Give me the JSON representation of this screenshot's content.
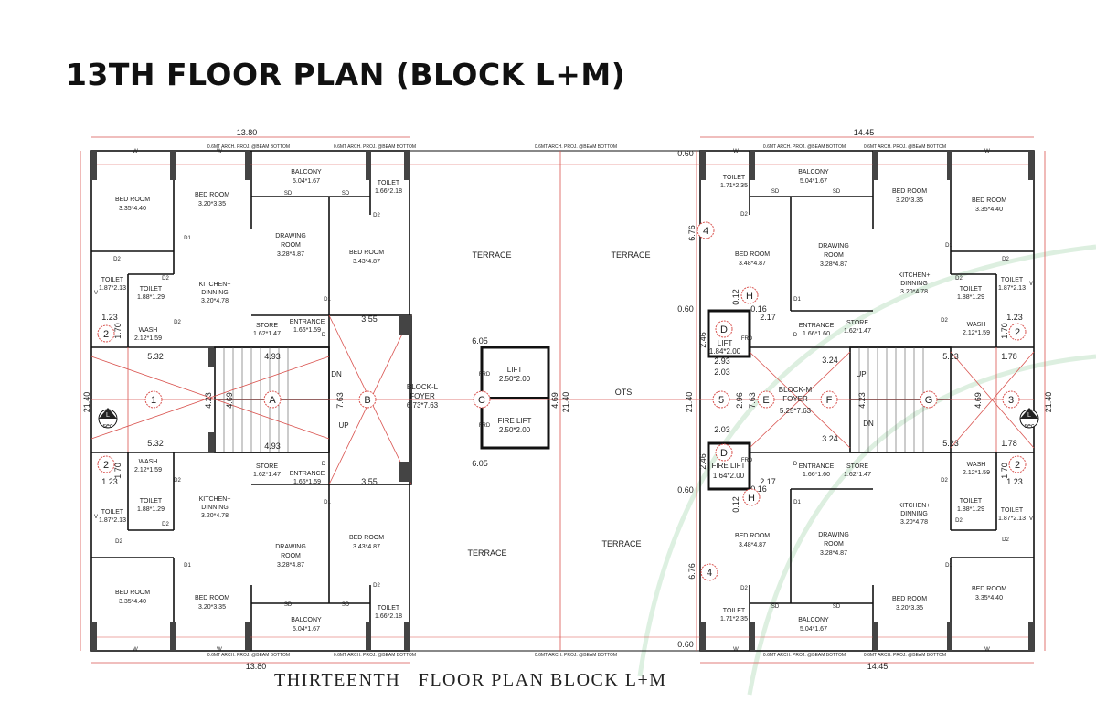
{
  "title": "13TH FLOOR PLAN (BLOCK L+M)",
  "caption": "THIRTEENTH   FLOOR PLAN BLOCK L+M",
  "colors": {
    "wall": "#111111",
    "dimension": "#d9534f",
    "text": "#222222",
    "accent": "#9b59b6"
  },
  "dimensions": {
    "left_width": "13.80",
    "right_width": "14.45",
    "left_height": "21.40",
    "mid_height_1": "21.40",
    "mid_height_2": "21.40",
    "right_height": "21.40",
    "d_323": "3.55",
    "d_532": "5.32",
    "d_493": "4.93",
    "d_605": "6.05",
    "d_423": "4.23",
    "d_469": "4.69",
    "d_763": "7.63",
    "d_203": "2.03",
    "d_296": "2.96",
    "d_324": "3.24",
    "d_523": "5.23",
    "d_178": "1.78",
    "d_123": "1.23",
    "d_170": "1.70",
    "d_060": "0.60",
    "d_217": "2.17",
    "d_016": "0.16",
    "d_012": "0.12",
    "d_246": "2.46",
    "d_293": "2.93",
    "d_676": "6.76"
  },
  "arch_note": "0.6MT ARCH. PROJ. @BEAM BOTTOM",
  "grid": [
    "1",
    "A",
    "B",
    "C",
    "D",
    "E",
    "F",
    "G",
    "3",
    "2",
    "4",
    "5",
    "H"
  ],
  "rooms_left": {
    "bed_room_1": {
      "name": "BED ROOM",
      "size": "3.35*4.40"
    },
    "bed_room_2": {
      "name": "BED ROOM",
      "size": "3.20*3.35"
    },
    "balcony": {
      "name": "BALCONY",
      "size": "5.04*1.67"
    },
    "toilet_top": {
      "name": "TOILET",
      "size": "1.66*2.18"
    },
    "drawing": {
      "name": "DRAWING",
      "name2": "ROOM",
      "size": "3.28*4.87"
    },
    "bed_room_3": {
      "name": "BED ROOM",
      "size": "3.43*4.87"
    },
    "toilet_1": {
      "name": "TOILET",
      "size": "1.87*2.13"
    },
    "toilet_2": {
      "name": "TOILET",
      "size": "1.88*1.29"
    },
    "kitchen": {
      "name": "KITCHEN+",
      "name2": "DINNING",
      "size": "3.20*4.78"
    },
    "wash": {
      "name": "WASH",
      "size": "2.12*1.59"
    },
    "store": {
      "name": "STORE",
      "size": "1.62*1.47"
    },
    "entrance": {
      "name": "ENTRANCE",
      "size": "1.66*1.59"
    }
  },
  "rooms_right": {
    "toilet_top": {
      "name": "TOILET",
      "size": "1.71*2.35"
    },
    "balcony": {
      "name": "BALCONY",
      "size": "5.04*1.67"
    },
    "bed_room_1": {
      "name": "BED ROOM",
      "size": "3.20*3.35"
    },
    "bed_room_2": {
      "name": "BED ROOM",
      "size": "3.35*4.40"
    },
    "bed_room_3": {
      "name": "BED ROOM",
      "size": "3.48*4.87"
    },
    "drawing": {
      "name": "DRAWING",
      "name2": "ROOM",
      "size": "3.28*4.87"
    },
    "kitchen": {
      "name": "KITCHEN+",
      "name2": "DINNING",
      "size": "3.20*4.78"
    },
    "toilet_1": {
      "name": "TOILET",
      "size": "1.88*1.29"
    },
    "toilet_2": {
      "name": "TOILET",
      "size": "1.87*2.13"
    },
    "entrance": {
      "name": "ENTRANCE",
      "size": "1.66*1.60"
    },
    "store": {
      "name": "STORE",
      "size": "1.62*1.47"
    },
    "wash": {
      "name": "WASH",
      "size": "2.12*1.59"
    }
  },
  "core": {
    "terrace": "TERRACE",
    "ots": "OTS",
    "lift_l": {
      "name": "LIFT",
      "size": "2.50*2.00"
    },
    "fire_lift_l": {
      "name": "FIRE LIFT",
      "size": "2.50*2.00"
    },
    "foyer_l": {
      "name": "BLOCK-L",
      "name2": "FOYER",
      "size": "6.73*7.63"
    },
    "foyer_m": {
      "name": "BLOCK-M",
      "name2": "FOYER",
      "size": "5.25*7.63"
    },
    "lift_m": {
      "name": "LIFT",
      "size": "1.84*2.00"
    },
    "fire_lift_m": {
      "name": "FIRE LIFT",
      "size": "1.64*2.00"
    },
    "up": "UP",
    "dn": "DN",
    "frd": "FRD"
  },
  "sec": {
    "letter": "L",
    "label": "sec"
  },
  "labels": {
    "w": "W",
    "v": "V",
    "d1": "D1",
    "d2": "D2",
    "sd": "SD",
    "d": "D"
  }
}
